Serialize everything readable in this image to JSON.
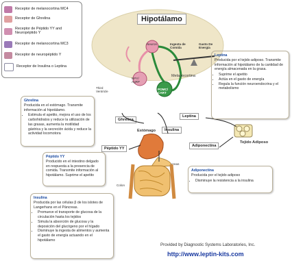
{
  "legend": {
    "items": [
      {
        "label": "Receptor de melanocortina MC4",
        "color": "#c07aa8"
      },
      {
        "label": "Receptor de Ghrelina",
        "color": "#e0a0a0"
      },
      {
        "label": "Receptor de Péptido YY and Neuropéptido Y",
        "color": "#d08fb0"
      },
      {
        "label": "Receptor de melanocortina MC3",
        "color": "#9a7ab8"
      },
      {
        "label": "Receptor de neuropéptido Y",
        "color": "#c48aa0"
      },
      {
        "label": "Receptor de Insulina o Leptina",
        "color": "#8a8aa0"
      }
    ]
  },
  "diagram": {
    "hypothalamus_title": "Hipotálamo",
    "neuron_label": "Neuron",
    "npy_label": "NPY/ AgRP",
    "pomc_label": "POMC/ CART",
    "melanocortina_label": "Melanocortina",
    "third_ventricle": "Third Ventricle",
    "intake_label": "Ingesta de Comida",
    "expense_label": "Gasto De Energía",
    "ghrelina_tag": "Ghrelina",
    "leptina_tag": "Leptina",
    "insulina_tag": "Insulina",
    "estomago_tag": "Estómago",
    "adiponectina_tag": "Adiponectina",
    "peptido_tag": "Péptido YY",
    "tejido_label": "Tejido Adiposo",
    "pancreas_label": "Pancreas",
    "colon_label": "Colon"
  },
  "boxes": {
    "leptina": {
      "title": "Leptina",
      "lines": [
        "Producida por el tejido adiposo. Transmite información al hipotálamo de la cantidad de energía almacenada en la grasa."
      ],
      "bullets": [
        "Suprime el apetito",
        "Actúa en el gasto de energía",
        "Regula la función neuroendocrina y el metabolismo"
      ]
    },
    "ghrelina": {
      "title": "Ghrelina",
      "lines": [
        "Producida en el estómago. Transmite información al hipotálamo."
      ],
      "bullets": [
        "Estimula el apetito, mejora el uso de los carbohidratos y reduce la utilización de las grasas, aumenta la motilidad gástrica y la secreción ácida y reduce la actividad locomotora"
      ]
    },
    "peptido": {
      "title": "Péptido YY",
      "lines": [
        "Producido en el intestino delgado en respuesta a la presencia de comida. Transmite información al hipotálamo. Suprime el apetito"
      ],
      "bullets": []
    },
    "adiponectina": {
      "title": "Adiponectina",
      "lines": [
        "Producida por el tejido adiposo"
      ],
      "bullets": [
        "Disminuye la resistencia a la insulina"
      ]
    },
    "insulina": {
      "title": "Insulina",
      "lines": [
        "Producida por las células β de los islotes de Langerhans en el Páncreas."
      ],
      "bullets": [
        "Promueve el transporte de glucosa de la circulación hasta los tejidos",
        "Simula la absorción de glucosa y la deposición del glucógeno por el hígado",
        "Disminuye la ingesta de alimentos y aumenta el gasto de energía actuando en el hipotálamo"
      ]
    }
  },
  "footer": {
    "provided": "Provided by Diagnostic Systems Laboratories, Inc.",
    "url": "http://www.leptin-kits.com"
  }
}
